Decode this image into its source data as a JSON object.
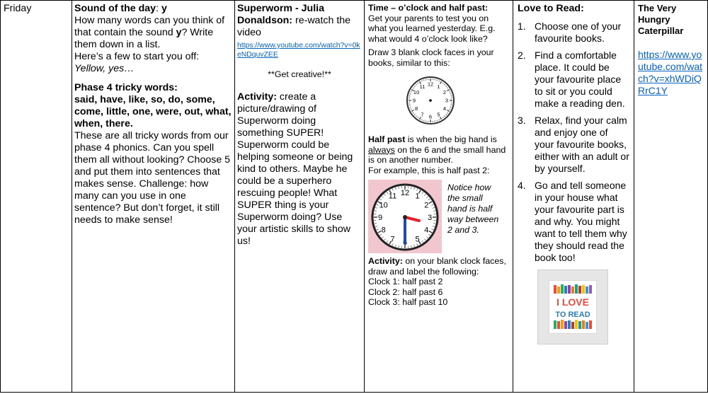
{
  "day": "Friday",
  "phonics": {
    "sound_label": "Sound of the day",
    "sound_colon": ": ",
    "sound": "y",
    "intro_a": "How many words can you think of that contain the sound ",
    "intro_sound": "y",
    "intro_b": "? Write them down in a list.",
    "start": "Here’s a few to start you off:",
    "examples": "Yellow, yes…",
    "tricky_heading": "Phase 4 tricky words:",
    "tricky_words": "said, have, like, so, do, some, come, little, one, were, out, what, when, there.",
    "body": "These are all tricky words from our phase 4 phonics. Can you spell them all without looking? Choose 5 and put them into sentences that makes sense. Challenge: how many can you use in one sentence? But don’t forget, it still needs to make sense!"
  },
  "literacy": {
    "title": "Superworm - Julia Donaldson:",
    "title_rest": " re-watch the video",
    "link": "https://www.youtube.com/watch?v=0keNDquvZEE",
    "creative": "**Get creative!**",
    "activity_label": "Activity:",
    "activity_text": " create a picture/drawing of Superworm doing something SUPER! Superworm could be helping someone or being kind to others. Maybe he could be a superhero rescuing people! What SUPER thing is your Superworm doing? Use your artistic skills to show us!"
  },
  "maths": {
    "title": "Time – o’clock and half past:",
    "intro": "Get your parents to test you on what you learned yesterday. E.g. what would 4 o’clock look like?",
    "draw": "Draw 3 blank clock faces in your books, similar to this:",
    "clock_numbers": [
      "12",
      "1",
      "2",
      "3",
      "4",
      "5",
      "6",
      "7",
      "8",
      "9",
      "10",
      "11"
    ],
    "half_label": "Half past",
    "half_a": " is when the big hand is ",
    "half_always": "always",
    "half_b": " on the 6 and the small hand is on another number.",
    "example": "For example, this is half past 2:",
    "note": "Notice how the small hand is half way between 2 and 3.",
    "activity_label": "Activity:",
    "activity_text": " on your blank clock faces, draw and label the following:",
    "clocks": [
      "Clock 1: half past 2",
      "Clock 2: half past 6",
      "Clock 3: half past 10"
    ]
  },
  "reading": {
    "title": "Love to Read:",
    "steps": [
      {
        "num": "1.",
        "text": "Choose one of your favourite books."
      },
      {
        "num": "2.",
        "text": "Find a comfortable place. It could be your favourite place to sit or you could make a reading den."
      },
      {
        "num": "3.",
        "text": "Relax, find your calm and enjoy one of your favourite books, either with an adult or by yourself."
      },
      {
        "num": "4.",
        "text": "Go and tell someone in your house what your favourite part is and why. You might want to tell them why they should read the book too!"
      }
    ],
    "poster_line1": "I LOVE",
    "poster_line2": "TO READ"
  },
  "story": {
    "title": "The Very Hungry Caterpillar",
    "link": "https://www.youtube.com/watch?v=xhWDiQRrC1Y"
  }
}
